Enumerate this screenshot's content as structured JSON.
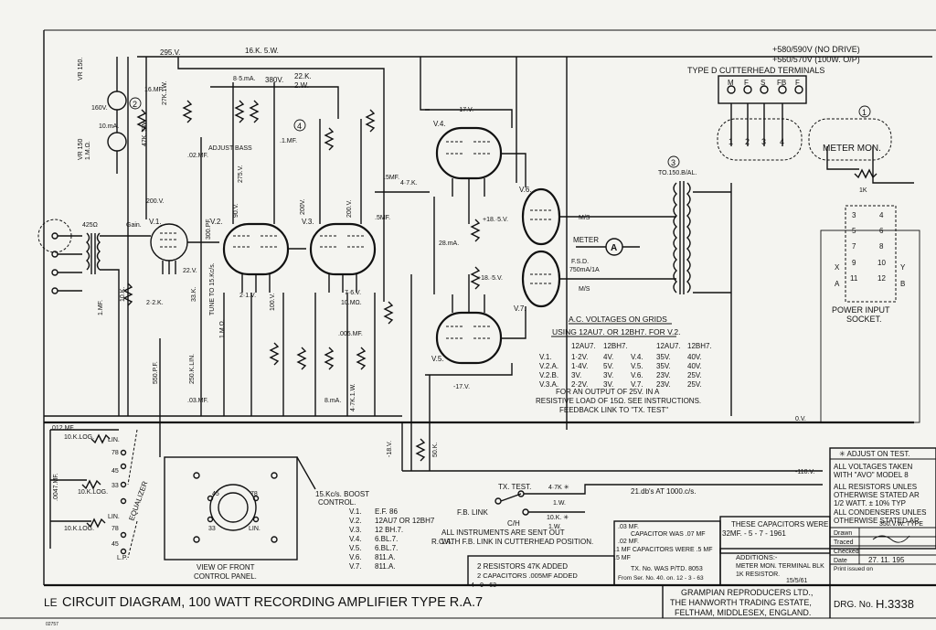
{
  "title_block": {
    "prefix": "LE",
    "title": "CIRCUIT   DIAGRAM,  100 WATT  RECORDING  AMPLIFIER  TYPE  R.A.7",
    "company_line1": "GRAMPIAN REPRODUCERS LTD.,",
    "company_line2": "THE HANWORTH TRADING ESTATE,",
    "company_line3": "FELTHAM, MIDDLESEX, ENGLAND.",
    "drg_label": "DRG. No.",
    "drg_number": "H.3338",
    "drawn_label": "Drawn",
    "traced_label": "Traced",
    "checked_label": "Checked",
    "date_label": "Date",
    "date_value": "27. 11. 195",
    "print_issued": "Print issued on",
    "corner_code": "02757"
  },
  "notes": {
    "adjust": "✳ ADJUST ON TEST.",
    "voltages1": "ALL VOLTAGES TAKEN",
    "voltages2": "WITH \"AVO\" MODEL 8",
    "resistors1": "ALL RESISTORS UNLES",
    "resistors2": "OTHERWISE STATED AR",
    "resistors3": "1/2 WATT. ± 10% TYP",
    "condensers1": "ALL CONDENSERS UNLES",
    "condensers2": "OTHERWISE STATED AR",
    "condensers3": "350.V.W. TYPE",
    "supply1": "+580/590V  (NO DRIVE)",
    "supply2": "+560/570V  (100W. O/P)",
    "instruments1": "ALL INSTRUMENTS ARE SENT OUT",
    "instruments2": "WITH F.B. LINK IN CUTTERHEAD POSITION.",
    "caps_changed1": "THESE CAPACITORS WERE",
    "caps_changed2": "32MF.   - 5 - 7 - 1961",
    "additions1": "ADDITIONS:-",
    "additions2": "METER MON. TERMINAL BLK",
    "additions3": "1K RESISTOR.",
    "additions_date": "15/5/61",
    "resistors_added1": "2 RESISTORS 47K ADDED",
    "resistors_added2": "2 CAPACITORS .005MF ADDED",
    "resistors_added_date": "4 - 9 - 63",
    "cap_note1": ".03 MF.",
    "cap_note2": "CAPACITOR WAS .07 MF",
    "cap_note3": ".02 MF.",
    "cap_note4": ".1 MF  CAPACITORS WERE .5 MF",
    "cap_note5": ".5 MF",
    "cap_note6": "TX. No. WAS P/TD. 8053",
    "cap_note7": "From Ser. No. 40. on.   12 - 3 - 63",
    "output_note1": "FOR AN OUTPUT OF 25V. IN A",
    "output_note2": "RESISTIVE LOAD OF 15Ω. SEE INSTRUCTIONS.",
    "output_note3": "FEEDBACK LINK TO \"TX. TEST\"",
    "db_note": "21.db's AT 1000.c/s.",
    "boost": "15.Kc/s. BOOST",
    "boost2": "CONTROL.",
    "view_front1": "VIEW OF FRONT",
    "view_front2": "CONTROL PANEL.",
    "cutterhead": "TYPE D CUTTERHEAD TERMINALS",
    "meter_mon": "METER    MON.",
    "power_input1": "POWER  INPUT",
    "power_input2": "SOCKET.",
    "equalizer": "EQUALIZER"
  },
  "valve_list": {
    "rows": [
      {
        "v": "V.1.",
        "t": "E.F. 86"
      },
      {
        "v": "V.2.",
        "t": "12AU7 OR 12BH7"
      },
      {
        "v": "V.3.",
        "t": "12 BH.7."
      },
      {
        "v": "V.4.",
        "t": "6.BL.7."
      },
      {
        "v": "V.5.",
        "t": "6.BL.7."
      },
      {
        "v": "V.6.",
        "t": "811.A."
      },
      {
        "v": "V.7.",
        "t": "811.A."
      }
    ],
    "rca": "R.C.A."
  },
  "ac_table": {
    "title1": "A.C. VOLTAGES ON GRIDS",
    "title2": "USING 12AU7. OR 12BH7. FOR V.2.",
    "head": [
      "",
      "12AU7.",
      "12BH7.",
      "",
      "12AU7.",
      "12BH7."
    ],
    "rows": [
      [
        "V.1.",
        "1·2V.",
        "4V.",
        "V.4.",
        "35V.",
        "40V."
      ],
      [
        "V.2.A.",
        "1·4V.",
        "5V.",
        "V.5.",
        "35V.",
        "40V."
      ],
      [
        "V.2.B.",
        "3V.",
        "3V.",
        "V.6.",
        "23V.",
        "25V."
      ],
      [
        "V.3.A.",
        "2·2V.",
        "3V.",
        "V.7.",
        "23V.",
        "25V."
      ]
    ]
  },
  "labels": {
    "l295": "295.V.",
    "l16k": "16.K. 5.W.",
    "l380": "380V.",
    "l22k": "22.K.",
    "l2w": "2.W.",
    "l85ma": "8·5.mA.",
    "vr150a": "VR 150.",
    "vr150b": "VR 150",
    "l160": "160V.",
    "l16mf": "16.MF.",
    "l10ma": "10.mA.",
    "l27k": "27K.1W.",
    "l47k5": "47K. 5W.",
    "l1m": "1.M.Ω.",
    "l02mf": ".02.MF.",
    "adjust_bass": "ADJUST BASS",
    "l275": "275.V.",
    "l1mf": ".1.MF.",
    "l200v1": "200.V.",
    "l200v2": "200V.",
    "l200v3": "200.V.",
    "l425": "425Ω",
    "gain": "Gain.",
    "l22v": "22.V.",
    "v1": "V.1.",
    "v2": "V.2.",
    "v3": "V.3.",
    "v4": "V.4.",
    "v5": "V.5.",
    "v6": "V.6.",
    "v7": "V.7.",
    "l90v": "90.V.",
    "tune": "TUNE TO 15.Kc/s.",
    "l1m2": "1.M.Ω.",
    "l21v": "2·1.V.",
    "l100v": "100.V.",
    "l10k": "10.K.",
    "l22k2": "2·2.K.",
    "l1mf2": "1.MF.",
    "l550pf": "550.P.F.",
    "l250k": "250.K.LIN.",
    "l03mf": ".03.MF.",
    "l8ma": "8.mA.",
    "l76v": "7·6.V.",
    "l10mo": "10.MΩ.",
    "l005": ".005.MF.",
    "l47k1w": "4·7K.1.W.",
    "l17v1": "-17.V.",
    "l17v2": "-17.V.",
    "l18v1": "+18.·5.V.",
    "l18v2": "+18.·5.V.",
    "l28ma": "28.mA.",
    "l47k": "4·7.K.",
    "l5mf": ".5MF.",
    "l5mf2": ".5MF.",
    "l18v": "-18.V.",
    "l110v": "-110.V.",
    "l0v": "0.V.",
    "ms1": "M/S",
    "ms2": "M/S",
    "meter": "METER",
    "fsd": "F.S.D.",
    "fsd2": "750mA/1A",
    "to150": "TO.150.B/AL.",
    "l012mf": ".012.MF.",
    "l10klog": "10.K.LOG.",
    "l10klog2": "10.K.LOG.",
    "l10klog3": "10.K.LOG.",
    "l0047mf": ".0047.MF.",
    "lin": "LIN.",
    "lin2": "LIN.",
    "n78": "78",
    "n45": "45",
    "n33": "33",
    "n78b": "78",
    "n45b": "45",
    "lp": "L.P.",
    "p45": "45",
    "p78": "78",
    "p33": "33",
    "plin": "LIN.",
    "txtest": "TX. TEST.",
    "fblink": "F.B. LINK",
    "ch": "C/H",
    "l47kstar": "4·7K ✳",
    "l1w": "1.W.",
    "l10kstar": "10.K. ✳",
    "l1w2": "1.W.",
    "l50k": "50.K.",
    "l33k": "33.K.",
    "ik": "1K",
    "l300pf": "300.PF."
  },
  "cutter_terms": [
    "M",
    "F",
    "S",
    "FB",
    "F"
  ],
  "cutter_nums": [
    "1",
    "2",
    "3",
    "4"
  ],
  "socket_pins": [
    "3",
    "4",
    "5",
    "6",
    "7",
    "8",
    "9",
    "10",
    "11",
    "12"
  ],
  "socket_letters": [
    "X",
    "Y",
    "A",
    "B"
  ],
  "circled": [
    "1",
    "2",
    "3",
    "4"
  ]
}
